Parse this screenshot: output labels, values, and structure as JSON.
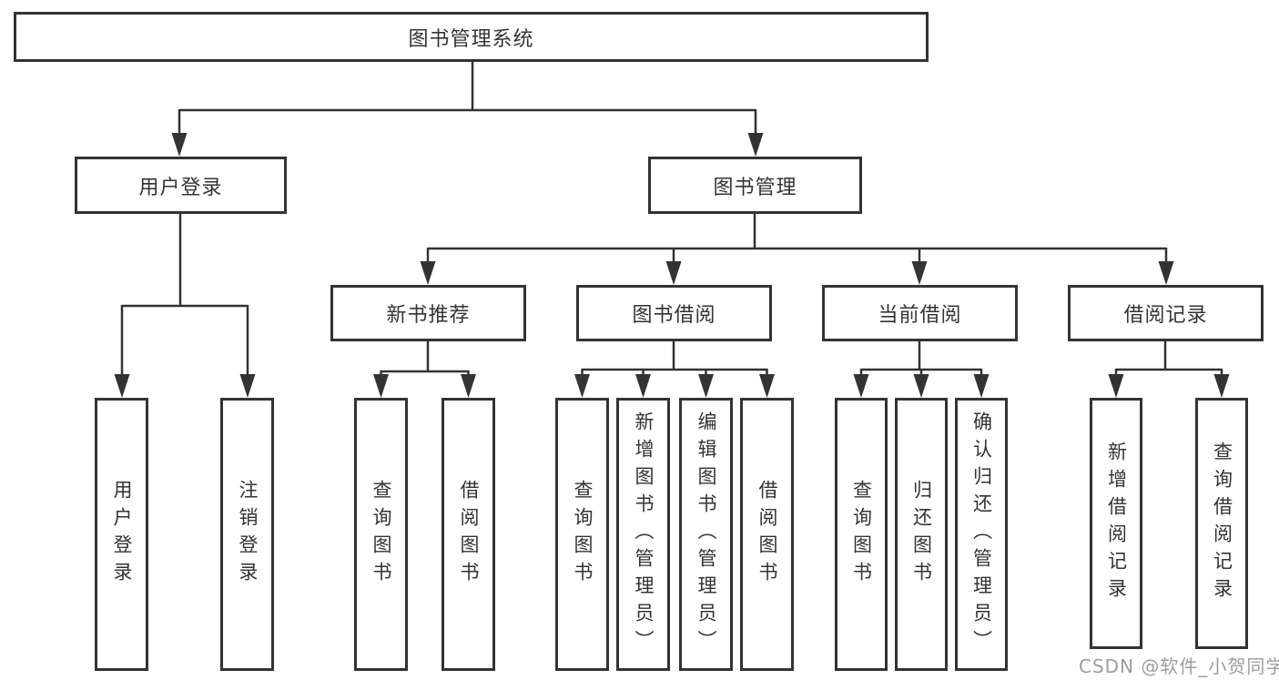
{
  "nodes": {
    "root": "图书管理系统",
    "level2": {
      "user_login": "用户登录",
      "book_mgmt": "图书管理"
    },
    "level3": {
      "new_book": "新书推荐",
      "borrow": "图书借阅",
      "current": "当前借阅",
      "records": "借阅记录"
    },
    "leaves": {
      "user_login": "用户登录",
      "logout": "注销登录",
      "nb_query": "查询图书",
      "nb_borrow": "借阅图书",
      "bb_query": "查询图书",
      "bb_add": "新增图书（管理员）",
      "bb_edit": "编辑图书（管理员）",
      "bb_borrow": "借阅图书",
      "cb_query": "查询图书",
      "cb_return": "归还图书",
      "cb_confirm": "确认归还（管理员）",
      "br_add": "新增借阅记录",
      "br_query": "查询借阅记录"
    }
  },
  "colors": {
    "line": "#333333",
    "text": "#333333",
    "box_background": "#ffffff",
    "watermark": "#9d9d9d"
  },
  "watermark": "CSDN @软件_小贺同学"
}
